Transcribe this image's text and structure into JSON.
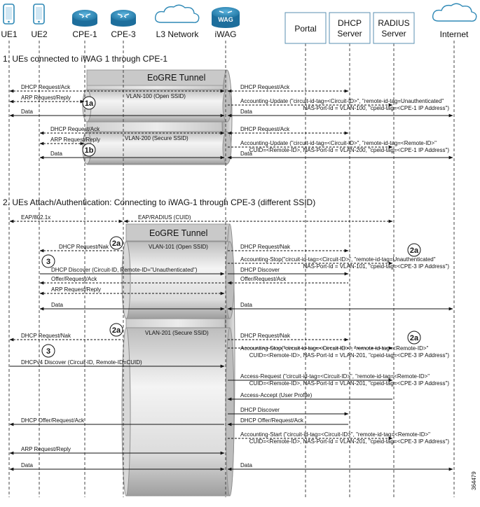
{
  "entities": {
    "ue1": "UE1",
    "ue2": "UE2",
    "cpe1": "CPE-1",
    "cpe3": "CPE-3",
    "l3": "L3 Network",
    "iwag": "iWAG",
    "wag_icon_text": "WAG",
    "portal": "Portal",
    "dhcp_line1": "DHCP",
    "dhcp_line2": "Server",
    "radius_line1": "RADIUS",
    "radius_line2": "Server",
    "internet": "Internet"
  },
  "section1": {
    "title": "1. UEs connected to iWAG 1 through CPE-1",
    "tunnel_label": "EoGRE Tunnel",
    "vlan_a": "VLAN-100 (Open SSID)",
    "vlan_b": "VLAN-200 (Secure SSID)",
    "badge_a": "1a",
    "badge_b": "1b",
    "a_left_dhcp": "DHCP Request/Ack",
    "a_left_arp": "ARP Request/Reply",
    "a_left_data": "Data",
    "a_right_dhcp": "DHCP Request/Ack",
    "a_right_acct1": "Accounting-Update (\"circuit-id-tag=<Circuit-ID>\", \"remote-id-tag=Unauthenticated\"",
    "a_right_acct2": "NAS-Port-Id  = VLAN-100, \"cpeid-tag=<CPE-1 IP Address\")",
    "a_right_data": "Data",
    "b_left_dhcp": "DHCP Request/Ack",
    "b_left_arp": "ARP Request/Reply",
    "b_left_data": "Data",
    "b_right_dhcp": "DHCP Request/Ack",
    "b_right_acct1": "Accounting-Update (\"circuit-id-tag=<Circuit-ID>\", \"remote-id-tag=<Remote-ID>\"",
    "b_right_acct2": "CUID=<Remote-ID>, NAS-Port-Id = VLAN-200, \"cpeid-tag=<CPE-1 IP Address\")",
    "b_right_data": "Data"
  },
  "section2": {
    "title": "2. UEs Attach/Authentication: Connecting to iWAG-1 through CPE-3 (different SSID)",
    "eap_8021x": "EAP/802.1x",
    "eap_radius": "EAP/RADIUS (CUID)",
    "tunnel_label": "EoGRE Tunnel",
    "vlan_c": "VLAN-101 (Open SSID)",
    "vlan_d": "VLAN-201 (Secure SSID)",
    "badge_2a": "2a",
    "badge_3": "3",
    "c_left_nak": "DHCP Request/Nak",
    "c_right_nak": "DHCP Request/Nak",
    "c_stop1": "Accounting-Stop(\"circuit-id-tag=<Circuit-ID>\", \"remote-id-tag=Unauthenticated\"",
    "c_stop2": "NAS-Port-Id  = VLAN-101, \"cpeid-tag=<CPE-3 IP Address\")",
    "c_discover_left": "DHCP Discover (Circuit-ID, Remote-ID=\"Unauthenticated\")",
    "c_discover_right": "DHCP Discover",
    "c_offer_left": "Offer/Request/Ack",
    "c_offer_right": "Offer/Request/Ack",
    "c_arp": "ARP Request/Reply",
    "c_data_left": "Data",
    "c_data_right": "Data",
    "d_left_nak": "DHCP Request/Nak",
    "d_right_nak": "DHCP Request/Nak",
    "d_stop1": "Accounting-Stop(\"circuit-id-tag=<Circuit-ID>\", \"remote-id-tag=<Remote-ID>\"",
    "d_stop2": "CUID=<Remote-ID>, NAS-Port-Id = VLAN-201, \"cpeid-tag=<CPE-3 IP Address\")",
    "d_discover": "DHCPv4 Discover (Circuit-ID, Remote-ID=CUID)",
    "d_access_req1": "Access-Request (\"circuit-id-tag=<Circuit-ID>\", \"remote-id-tag=<Remote-ID>\"",
    "d_access_req2": "CUID=<Remote-ID>, NAS-Port-Id = VLAN-201, \"cpeid-tag=<CPE-3 IP Address\")",
    "d_access_accept": "Access-Accept (User Profile)",
    "d_dhcp_discover": "DHCP Discover",
    "d_offer_left": "DHCP Offer/Request/Ack",
    "d_offer_right": "DHCP Offer/Request/Ack",
    "d_start1": "Accounting-Start (\"circuit-id-tag=<Circuit-ID>\", \"remote-id-tag=<Remote-ID>\"",
    "d_start2": "CUID=<Remote-ID>, NAS-Port-Id = VLAN-201, \"cpeid-tag=<CPE-3 IP Address\")",
    "d_arp": "ARP Request/Reply",
    "d_data_left": "Data",
    "d_data_right": "Data"
  },
  "figure_id": "364479",
  "colors": {
    "router": "#2f89b6",
    "wag": "#1d6e9c",
    "tunnel_light": "#e4e4e4",
    "tunnel_dark": "#9c9c9c",
    "lifeline": "#444444",
    "box_border": "#5a8fb0"
  }
}
